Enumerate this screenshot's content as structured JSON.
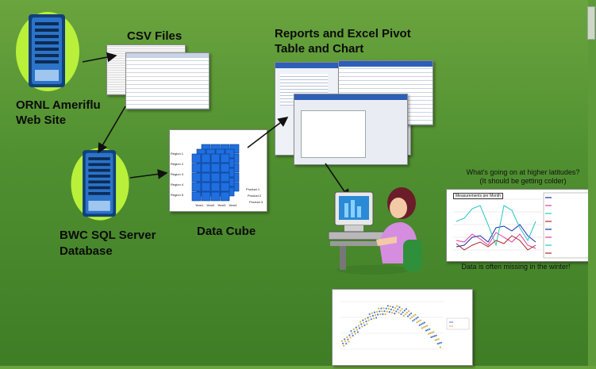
{
  "labels": {
    "csv_files": "CSV Files",
    "ornl_line1": "ORNL Ameriflu",
    "ornl_line2": "Web Site",
    "reports_line1": "Reports and Excel Pivot",
    "reports_line2": "Table and Chart",
    "bwc_line1": "BWC SQL Server",
    "bwc_line2": "Database",
    "data_cube": "Data Cube",
    "question_line1": "What's going on at higher latitudes?",
    "question_line2": "(It should be getting colder)",
    "missing_note": "Data is often missing in the winter!",
    "chart_title": "Measurements per Month"
  },
  "cube": {
    "regions": [
      "Region 1",
      "Region 2",
      "Region 3",
      "Region 4",
      "Region 5"
    ],
    "years": [
      "Year1",
      "Year2",
      "Year3",
      "Year4"
    ],
    "products": [
      "Product 1",
      "Product 2",
      "Product 3"
    ]
  },
  "colors": {
    "background": "#4f8f30",
    "server_halo": "#b9f03a",
    "server_body": "#1e5fb0",
    "cube_blue": "#1f6fe0",
    "arrow": "#111111"
  },
  "icons": [
    "server-icon",
    "server-icon",
    "person-at-computer-icon",
    "data-cube-icon"
  ]
}
